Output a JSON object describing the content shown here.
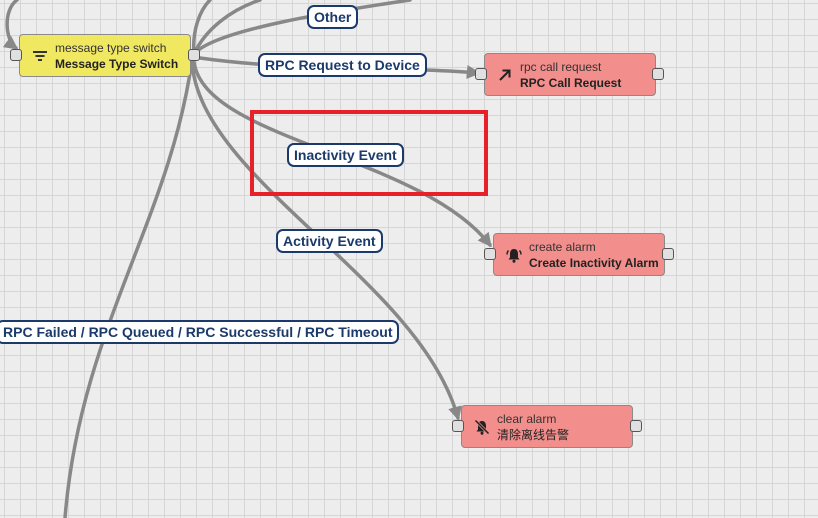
{
  "colors": {
    "canvas_background": "#ededed",
    "grid_line": "#d6d6d6",
    "link_line": "#888888",
    "filter_node": "#f1e861",
    "action_node": "#f28e8b",
    "label_border": "#1b3a6b",
    "highlight": "#e8202a"
  },
  "nodes": {
    "message_type_switch": {
      "type": "message type switch",
      "name": "Message Type Switch",
      "icon": "filter-icon"
    },
    "rpc_call_request": {
      "type": "rpc call request",
      "name": "RPC Call Request",
      "icon": "arrow-up-right-icon"
    },
    "create_alarm": {
      "type": "create alarm",
      "name": "Create Inactivity Alarm",
      "icon": "bell-alert-icon"
    },
    "clear_alarm": {
      "type": "clear alarm",
      "name": "清除离线告警",
      "icon": "bell-off-icon"
    }
  },
  "link_labels": {
    "other": "Other",
    "rpc_request_to_device": "RPC Request to Device",
    "inactivity_event": "Inactivity Event",
    "activity_event": "Activity Event",
    "rpc_results": "RPC Failed / RPC Queued / RPC Successful / RPC Timeout"
  }
}
